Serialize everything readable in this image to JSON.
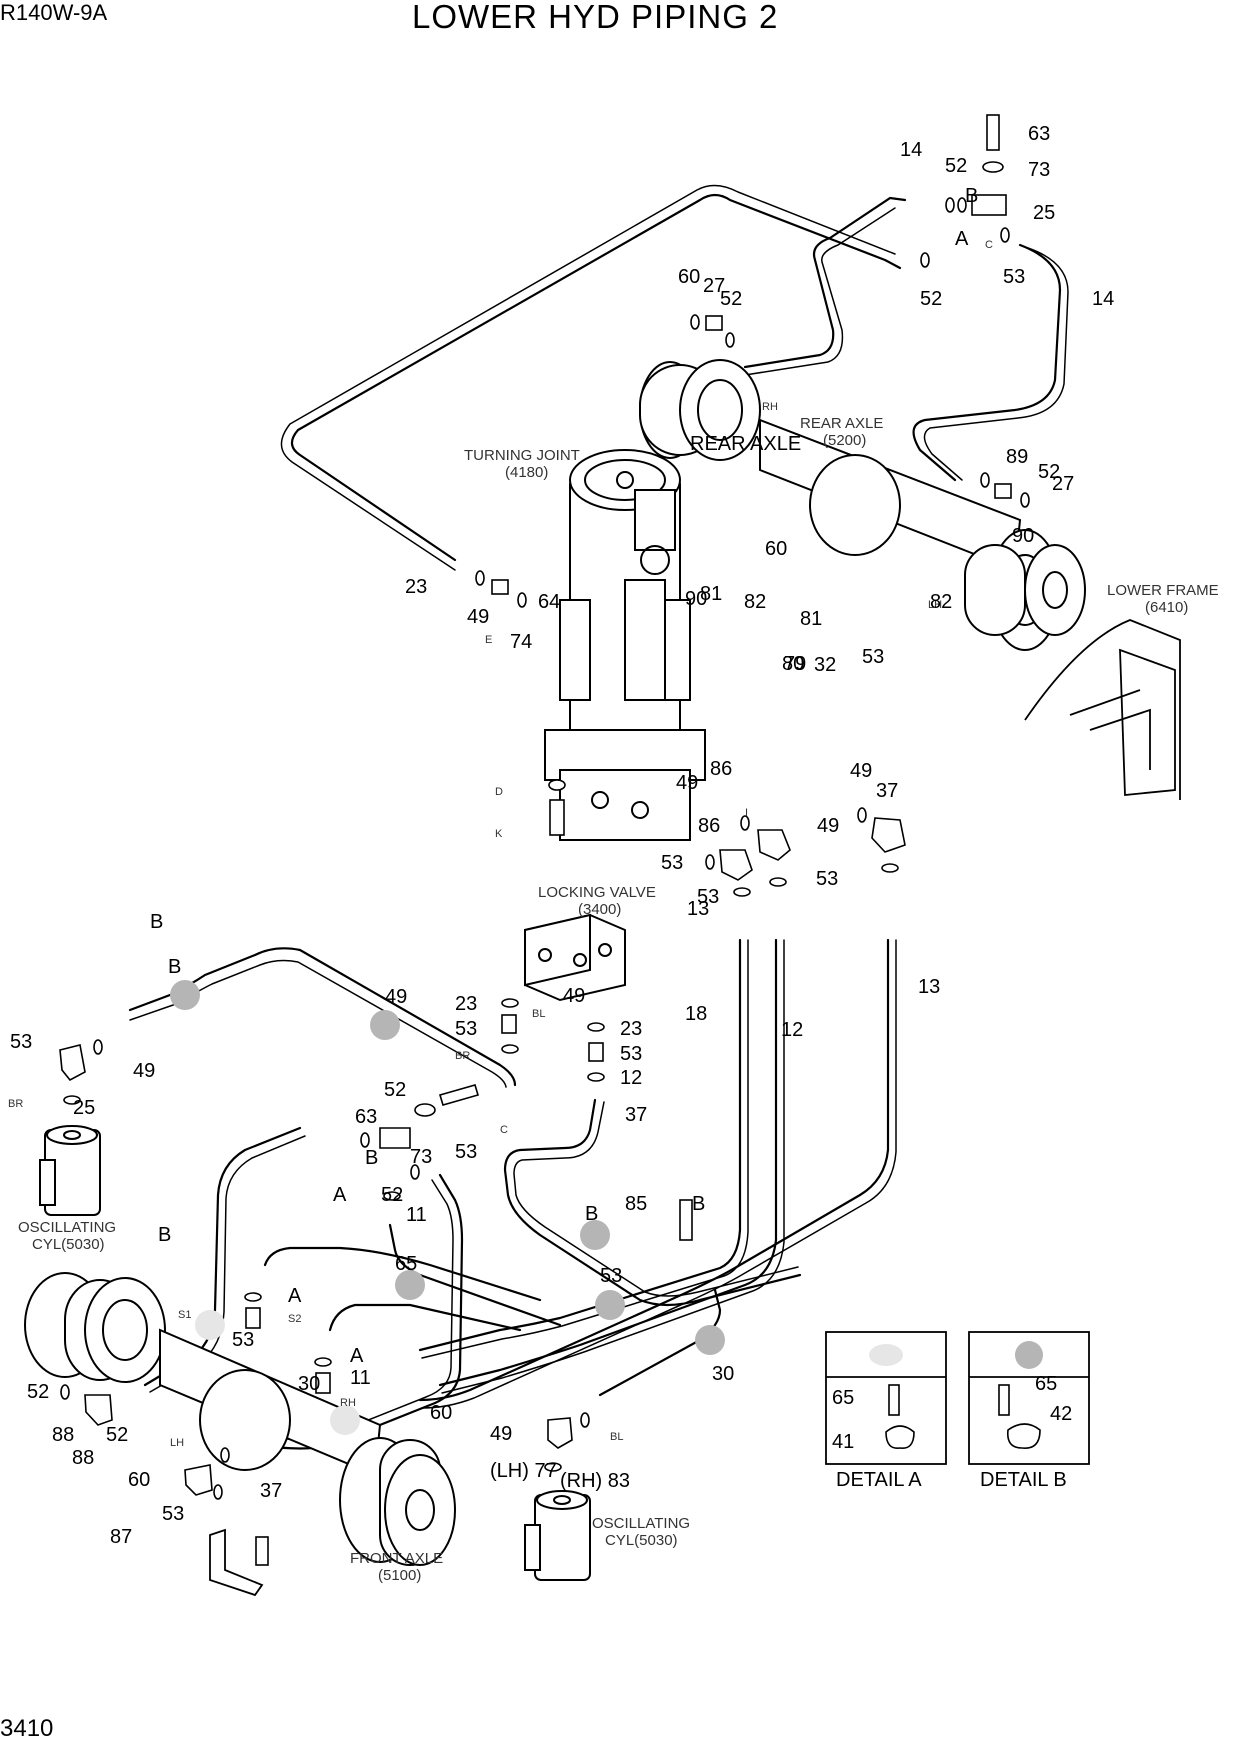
{
  "header": {
    "model": "R140W-9A",
    "title": "LOWER HYD PIPING 2"
  },
  "footer": {
    "page_number": "3410"
  },
  "components": {
    "turning_joint": [
      "TURNING JOINT",
      "(4180)"
    ],
    "rear_axle": [
      "REAR AXLE",
      "(5200)"
    ],
    "lower_frame": [
      "LOWER FRAME",
      "(6410)"
    ],
    "locking_valve": [
      "LOCKING VALVE",
      "(3400)"
    ],
    "oscillating_cyl_left": [
      "OSCILLATING",
      "CYL(5030)"
    ],
    "oscillating_cyl_bottom": [
      "OSCILLATING",
      "CYL(5030)"
    ],
    "front_axle": [
      "FRONT AXLE",
      "(5100)"
    ]
  },
  "details": {
    "a": {
      "title": "DETAIL A",
      "parts": [
        "65",
        "41"
      ],
      "clamp_color": "#e6e6e6"
    },
    "b": {
      "title": "DETAIL B",
      "parts": [
        "65",
        "42"
      ],
      "clamp_color": "#b5b5b5"
    }
  },
  "callouts": [
    "63",
    "73",
    "25",
    "52",
    "B",
    "14",
    "A",
    "C",
    "52",
    "53",
    "14",
    "60",
    "27",
    "52",
    "RH",
    "REAR AXLE",
    "89",
    "52",
    "27",
    "60",
    "90",
    "LH",
    "90",
    "81",
    "82",
    "80",
    "81",
    "82",
    "79",
    "32",
    "53",
    "23",
    "49",
    "E",
    "74",
    "64",
    "D",
    "K",
    "49",
    "86",
    "49",
    "37",
    "I",
    "49",
    "86",
    "53",
    "53",
    "53",
    "13",
    "B",
    "B",
    "49",
    "23",
    "53",
    "BR",
    "BL",
    "49",
    "23",
    "53",
    "12",
    "18",
    "12",
    "13",
    "37",
    "53",
    "49",
    "BR",
    "25",
    "52",
    "63",
    "C",
    "B",
    "73",
    "53",
    "A",
    "52",
    "11",
    "B",
    "65",
    "85",
    "B",
    "B",
    "53",
    "30",
    "A",
    "S2",
    "S1",
    "53",
    "30",
    "A",
    "11",
    "RH",
    "60",
    "52",
    "88",
    "52",
    "88",
    "LH",
    "60",
    "37",
    "53",
    "49",
    "BL",
    "(LH) 77",
    "(RH) 83",
    "87"
  ]
}
